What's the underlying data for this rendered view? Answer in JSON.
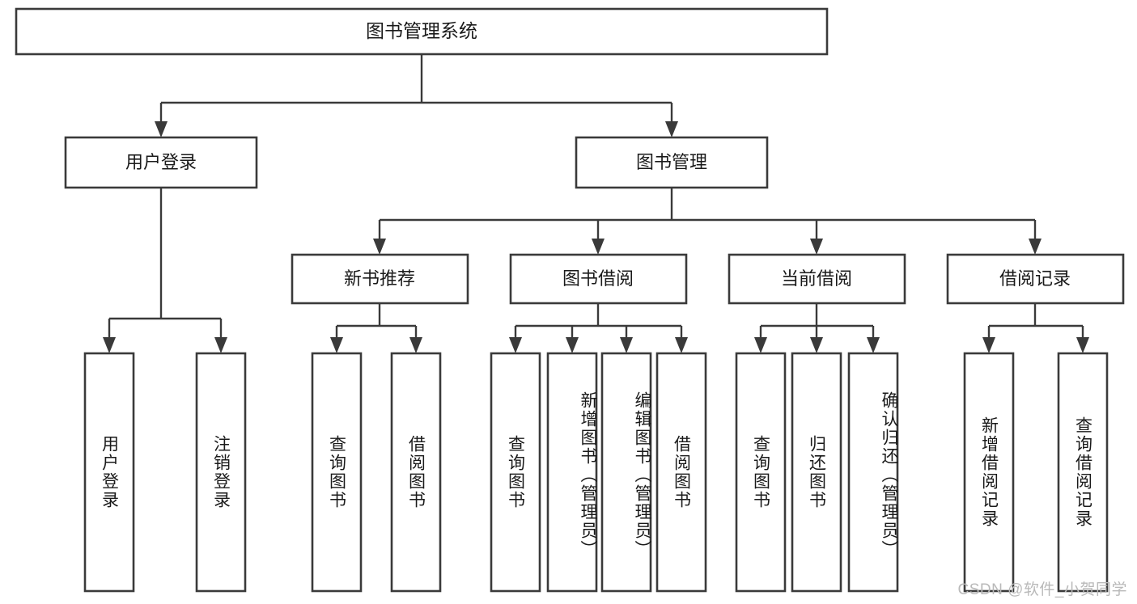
{
  "diagram": {
    "type": "tree-hierarchy-flowchart",
    "title": "图书管理系统",
    "root": {
      "id": "root",
      "label": "图书管理系统"
    },
    "level2": [
      {
        "id": "user-login",
        "label": "用户登录"
      },
      {
        "id": "book-manage",
        "label": "图书管理"
      }
    ],
    "level3": [
      {
        "id": "new-book-recommend",
        "label": "新书推荐",
        "parent": "book-manage"
      },
      {
        "id": "book-borrow",
        "label": "图书借阅",
        "parent": "book-manage"
      },
      {
        "id": "current-borrow",
        "label": "当前借阅",
        "parent": "book-manage"
      },
      {
        "id": "borrow-record",
        "label": "借阅记录",
        "parent": "book-manage"
      }
    ],
    "leaves": [
      {
        "id": "leaf-user-login",
        "label": "用户登录",
        "parent": "user-login"
      },
      {
        "id": "leaf-logout-login",
        "label": "注销登录",
        "parent": "user-login"
      },
      {
        "id": "leaf-query-book-1",
        "label": "查询图书",
        "parent": "new-book-recommend"
      },
      {
        "id": "leaf-borrow-book-1",
        "label": "借阅图书",
        "parent": "new-book-recommend"
      },
      {
        "id": "leaf-query-book-2",
        "label": "查询图书",
        "parent": "book-borrow"
      },
      {
        "id": "leaf-add-book",
        "label": "新增图书（管理员）",
        "parent": "book-borrow"
      },
      {
        "id": "leaf-edit-book",
        "label": "编辑图书（管理员）",
        "parent": "book-borrow"
      },
      {
        "id": "leaf-borrow-book-2",
        "label": "借阅图书",
        "parent": "book-borrow"
      },
      {
        "id": "leaf-query-book-3",
        "label": "查询图书",
        "parent": "current-borrow"
      },
      {
        "id": "leaf-return-book",
        "label": "归还图书",
        "parent": "current-borrow"
      },
      {
        "id": "leaf-confirm-return",
        "label": "确认归还（管理员）",
        "parent": "current-borrow"
      },
      {
        "id": "leaf-add-borrow-record",
        "label": "新增借阅记录",
        "parent": "borrow-record"
      },
      {
        "id": "leaf-query-borrow-record",
        "label": "查询借阅记录",
        "parent": "borrow-record"
      }
    ]
  },
  "watermark": {
    "text": "CSDN @软件_小贺同学"
  },
  "colors": {
    "stroke": "#3a3a3a",
    "box_fill": "#ffffff",
    "text": "#1a1a1a",
    "background": "#ffffff",
    "watermark": "#b9b9b9"
  }
}
